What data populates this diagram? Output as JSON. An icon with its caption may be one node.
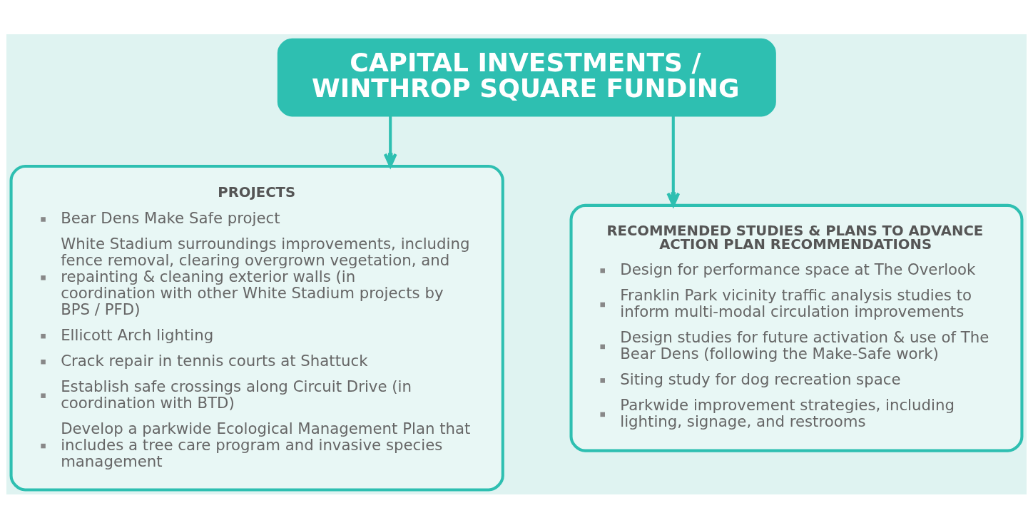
{
  "diagram": {
    "nodes": [
      {
        "text": [
          "CAPITAL INVESTMENTS / WINTHROP SQUARE FUNDING"
        ]
      },
      {
        "text": [
          "PROJECTS",
          "Bear Dens Make Safe project",
          "White Stadium surroundings improvements, including fence removal, clearing overgrown vegetation, and repainting & cleaning exterior walls (in coordination with other White Stadium projects by BPS / PFD)",
          "Ellicott Arch lighting",
          "Crack repair in tennis courts at Shattuck",
          "Establish safe crossings along Circuit Drive (in coordination with BTD)",
          "Develop a parkwide Ecological Management Plan that includes a tree care program and invasive species management"
        ]
      },
      {
        "text": [
          "RECOMMENDED STUDIES & PLANS TO ADVANCE ACTION PLAN RECOMMENDATIONS",
          "Design for performance space at The Overlook",
          "Franklin Park vicinity traffic analysis studies to inform multi-modal circulation improvements",
          "Design studies for future activation & use of The Bear Dens (following the Make-Safe work)",
          "Siting study for dog recreation space",
          "Parkwide improvement strategies, including lighting, signage, and restrooms"
        ]
      }
    ],
    "edges": [
      {
        "from": 0,
        "to": 1,
        "arrow": "to"
      },
      {
        "from": 0,
        "to": 2,
        "arrow": "to"
      }
    ]
  }
}
